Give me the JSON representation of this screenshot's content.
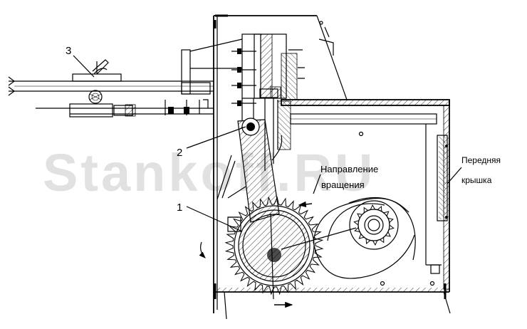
{
  "watermark": "Stankoff.RU",
  "callouts": [
    {
      "id": "1",
      "label": "1"
    },
    {
      "id": "2",
      "label": "2"
    },
    {
      "id": "3",
      "label": "3"
    }
  ],
  "labels": {
    "rotation_line1": "Направление",
    "rotation_line2": "вращения",
    "cover_line1": "Передняя",
    "cover_line2": "крышка"
  }
}
